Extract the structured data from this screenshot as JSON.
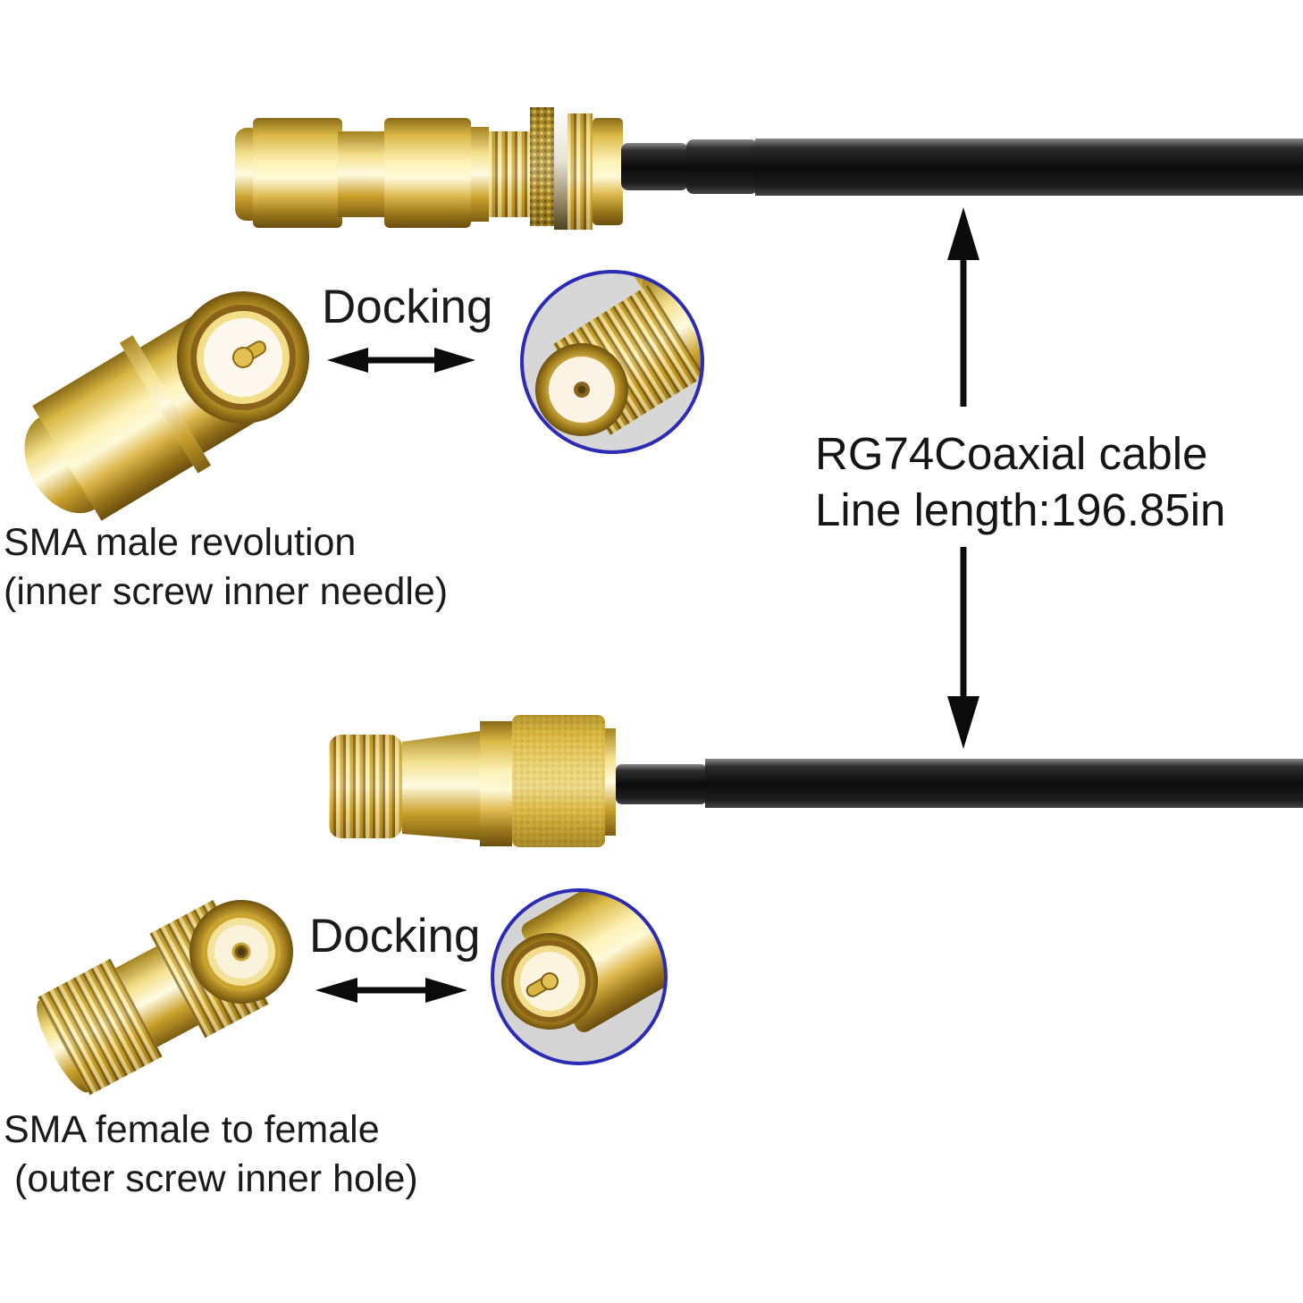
{
  "colors": {
    "background": "#ffffff",
    "text": "#1a1a1a",
    "arrow_black": "#0b0b0b",
    "inset_ring_blue": "#2b2bb5",
    "gold": "#d4af37",
    "cable_black": "#141414"
  },
  "top_group": {
    "docking_label": "Docking",
    "caption_line1": "SMA male revolution",
    "caption_line2": "(inner screw inner needle)"
  },
  "cable_annotation": {
    "line1": "RG74Coaxial cable",
    "line2": "Line length:196.85in"
  },
  "bottom_group": {
    "docking_label": "Docking",
    "caption_line1": "SMA female to female",
    "caption_line2": "(outer screw inner hole)"
  },
  "icons": {
    "docking_arrow_top": "left-right-double-arrow",
    "docking_arrow_bottom": "left-right-double-arrow",
    "cable_length_arrow": "up-down-double-arrow"
  }
}
